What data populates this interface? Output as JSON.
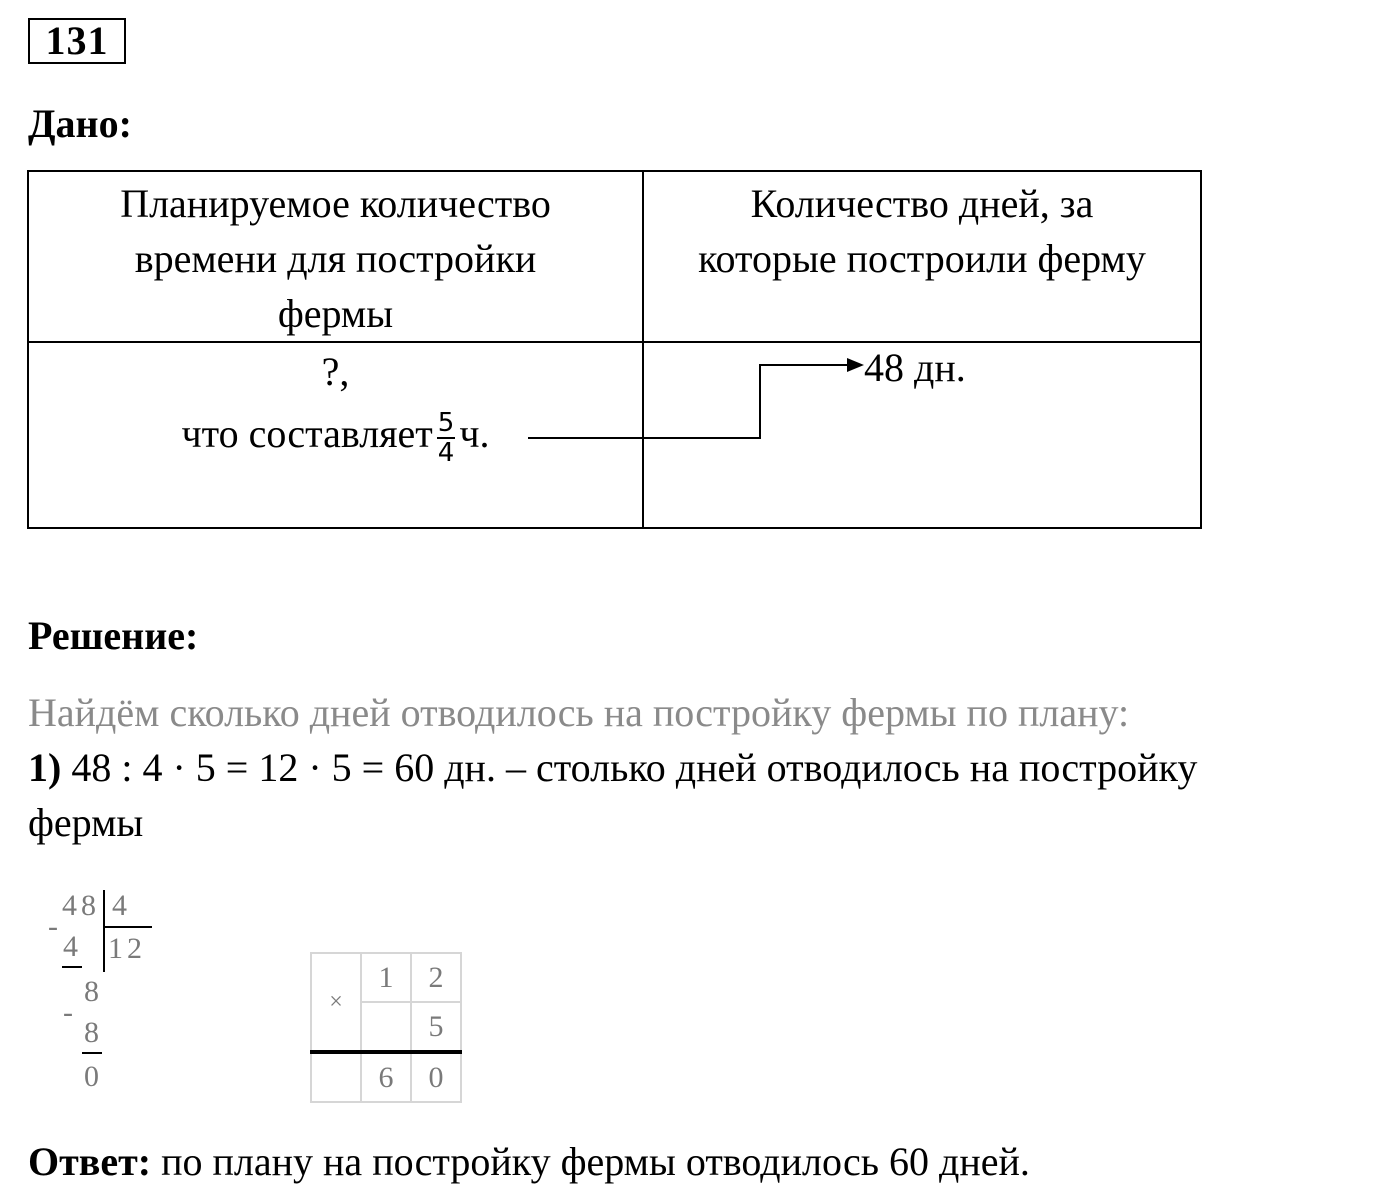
{
  "problem_number": "131",
  "given_heading": "Дано:",
  "table": {
    "col1_header": [
      "Планируемое количество",
      "времени для постройки",
      "фермы"
    ],
    "col2_header": [
      "Количество дней, за",
      "которые построили ферму"
    ],
    "col1_value_q": "?,",
    "col1_value_text": "что составляет",
    "fraction": {
      "numerator": "5",
      "denominator": "4"
    },
    "col1_value_unit": "ч.",
    "col2_value": "48 дн."
  },
  "solution_heading": "Решение:",
  "solution_intro": "Найдём сколько дней отводилось на постройку фермы по плану:",
  "step1": {
    "label": "1)",
    "text": "48 : 4 · 5 = 12 · 5 = 60 дн. – столько дней отводилось на постройку",
    "continuation": "фермы"
  },
  "long_division": {
    "dividend": "48",
    "divisor": "4",
    "quotient": "12",
    "sub1": "4",
    "rem1": "8",
    "sub2": "8",
    "result": "0",
    "minus": "-"
  },
  "multiplication": {
    "sign": "×",
    "row1": [
      "1",
      "2"
    ],
    "row2": [
      "",
      "5"
    ],
    "result": [
      "6",
      "0"
    ]
  },
  "answer": {
    "label": "Ответ:",
    "text": "по плану на постройку фермы отводилось 60 дней."
  },
  "colors": {
    "text": "#000000",
    "muted": "#8a8a8a",
    "grid": "#d6d6d6"
  }
}
